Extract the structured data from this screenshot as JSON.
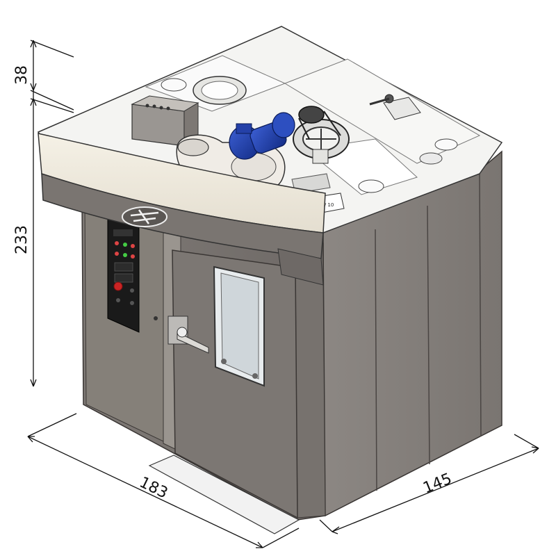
{
  "dimensions": {
    "roof_height": "38",
    "body_height": "233",
    "front_width": "183",
    "side_depth": "145"
  },
  "control_panel": {
    "display_label": "10 / 10"
  },
  "colors": {
    "body": "#8a8480",
    "body_dark": "#6f6a66",
    "canopy": "#f1ece0",
    "roof": "#f4f4f2",
    "motor": "#1f3fa8",
    "panel": "#1a1a1a"
  }
}
